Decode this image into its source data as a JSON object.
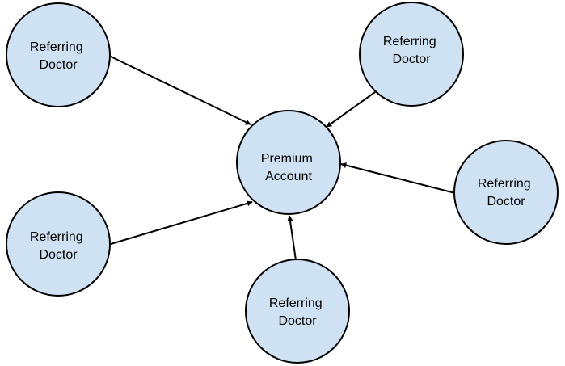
{
  "diagram": {
    "hub": {
      "label_line1": "Premium",
      "label_line2": "Account"
    },
    "spokes": [
      {
        "label_line1": "Referring",
        "label_line2": "Doctor"
      },
      {
        "label_line1": "Referring",
        "label_line2": "Doctor"
      },
      {
        "label_line1": "Referring",
        "label_line2": "Doctor"
      },
      {
        "label_line1": "Referring",
        "label_line2": "Doctor"
      },
      {
        "label_line1": "Referring",
        "label_line2": "Doctor"
      }
    ],
    "edges": [
      {
        "from": "spokes.0",
        "to": "hub"
      },
      {
        "from": "spokes.1",
        "to": "hub"
      },
      {
        "from": "spokes.2",
        "to": "hub"
      },
      {
        "from": "spokes.3",
        "to": "hub"
      },
      {
        "from": "spokes.4",
        "to": "hub"
      }
    ],
    "colors": {
      "node_fill": "#cfe2f3",
      "node_stroke": "#000000",
      "edge": "#000000"
    }
  }
}
